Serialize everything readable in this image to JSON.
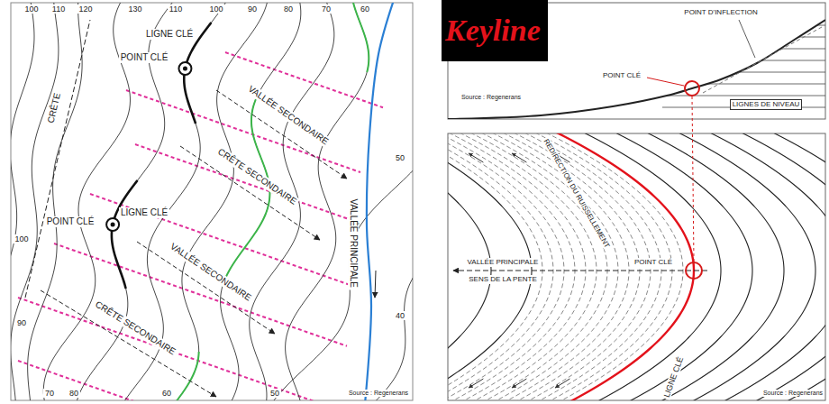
{
  "diagram": {
    "nodes": [
      {
        "text": [
          "Keyline"
        ]
      }
    ],
    "labels": [
      "100",
      "110",
      "120",
      "130",
      "110",
      "100",
      "90",
      "80",
      "70",
      "60",
      "100",
      "90",
      "70",
      "80",
      "60",
      "50",
      "50",
      "40",
      "LIGNE CLÉ",
      "POINT CLÉ",
      "VALLÉE SECONDAIRE",
      "CRÊTE",
      "CRÊTE SECONDAIRE",
      "LIGNE CLÉ",
      "POINT CLÉ",
      "VALLÉE SECONDAIRE",
      "CRÊTE SECONDAIRE",
      "VALLÉE PRINCIPALE",
      "Source : Regenerans",
      "POINT D'INFLECTION",
      "POINT CLÉ",
      "LIGNES DE NIVEAU",
      "Source : Regenerans",
      "REDIRECTION DU RUISSELLEMENT",
      "VALLÉE PRINCIPALE",
      "SENS DE LA PENTE",
      "POINT CLÉ",
      "LIGNE CLÉ",
      "Source : Regenerans"
    ]
  }
}
